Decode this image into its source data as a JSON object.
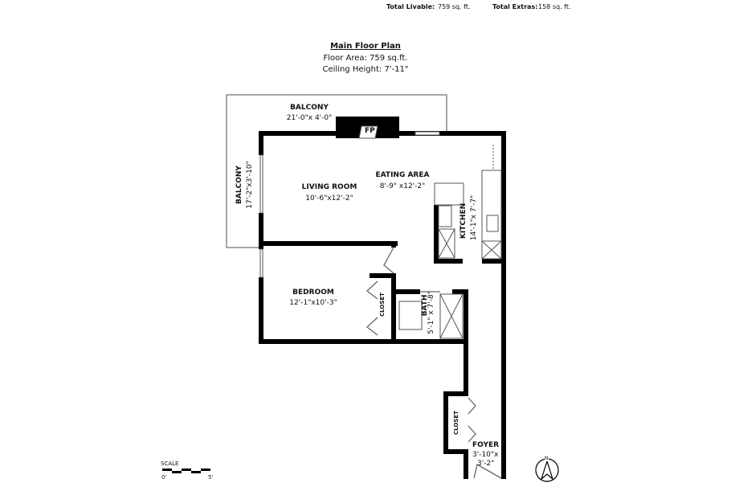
{
  "header": {
    "total_livable_label": "Total Livable:",
    "total_livable_value": "759 sq. ft.",
    "total_extras_label": "Total Extras:",
    "total_extras_value": "158 sq. ft."
  },
  "plan": {
    "title": "Main Floor Plan",
    "floor_area": "Floor Area: 759 sq.ft.",
    "ceiling_height": "Ceiling Height: 7'-11\""
  },
  "rooms": {
    "balcony_top": {
      "name": "BALCONY",
      "dims": "21'-0\"x  4'-0\""
    },
    "balcony_side": {
      "name": "BALCONY",
      "dims": "17'-2\"x3'-10\""
    },
    "living": {
      "name": "LIVING ROOM",
      "dims": "10'-6\"x12'-2\""
    },
    "eating": {
      "name": "EATING AREA",
      "dims": "8'-9\" x12'-2\""
    },
    "kitchen": {
      "name": "KITCHEN",
      "dims": "14'-1\"x 7'-7\""
    },
    "bedroom": {
      "name": "BEDROOM",
      "dims": "12'-1\"x10'-3\""
    },
    "closet1": {
      "name": "CLOSET"
    },
    "bath": {
      "name": "BATH",
      "dims": "5'-1\" x 7'-8\""
    },
    "closet2": {
      "name": "CLOSET"
    },
    "foyer": {
      "name": "FOYER",
      "dims1": "3'-10\"x",
      "dims2": "3'-2\""
    },
    "fireplace": "FP"
  },
  "scale": {
    "label": "SCALE",
    "min": "0'",
    "max": "5'"
  },
  "north": {
    "label": "N",
    "icon": "north-arrow-icon"
  },
  "colors": {
    "wall": "#000000",
    "outline": "#888888"
  }
}
